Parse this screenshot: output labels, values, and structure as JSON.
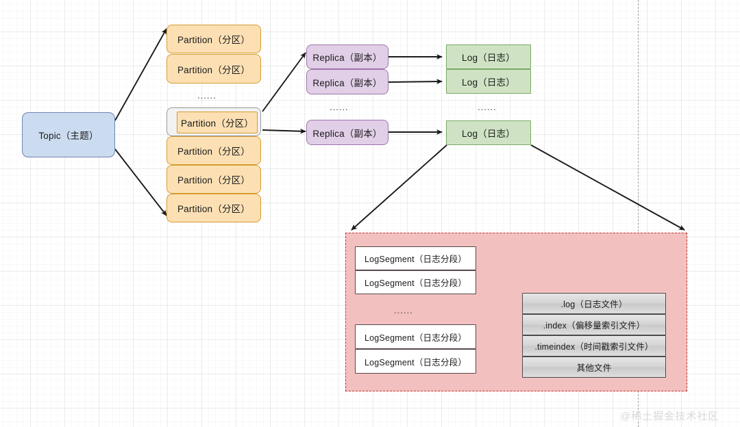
{
  "meta": {
    "diagram_title": "Kafka Topic / Partition / Replica / Log structure",
    "watermark": "@稀土掘金技术社区"
  },
  "colors": {
    "topic_fill": "#ccdcf0",
    "topic_border": "#6b84b2",
    "partition_fill": "#fce0b4",
    "partition_border": "#d79b2e",
    "replica_fill": "#e1cfe7",
    "replica_border": "#9c75ab",
    "log_fill": "#cfe3c4",
    "log_border": "#7aa866",
    "logsegment_fill": "#ffffff",
    "logsegment_border": "#56474a",
    "panel_fill": "#f3c0c0",
    "panel_border": "#c0392b",
    "file_fill": "#d4d4d4",
    "file_border": "#4a4a4a",
    "grid_line": "#e6e6e6",
    "pagebreak_line": "#9a9a9a",
    "watermark_color": "#d9d9d9"
  },
  "topic": {
    "label": "Topic（主题）"
  },
  "partitions": {
    "group_top": [
      {
        "label": "Partition（分区）"
      },
      {
        "label": "Partition（分区）"
      }
    ],
    "ellipsis": "......",
    "group_bottom": [
      {
        "label": "Partition（分区）",
        "highlighted": true
      },
      {
        "label": "Partition（分区）",
        "highlighted": false
      },
      {
        "label": "Partition（分区）",
        "highlighted": false
      },
      {
        "label": "Partition（分区）",
        "highlighted": false
      }
    ]
  },
  "replicas": {
    "group_top": [
      {
        "label": "Replica（副本）"
      },
      {
        "label": "Replica（副本）"
      }
    ],
    "ellipsis": "......",
    "group_bottom": [
      {
        "label": "Replica（副本）"
      }
    ]
  },
  "logs": {
    "group_top": [
      {
        "label": "Log（日志）"
      },
      {
        "label": "Log（日志）"
      }
    ],
    "ellipsis": "......",
    "group_bottom": [
      {
        "label": "Log（日志）"
      }
    ]
  },
  "log_detail_panel": {
    "segments_top": [
      {
        "label": "LogSegment（日志分段）"
      },
      {
        "label": "LogSegment（日志分段）"
      }
    ],
    "ellipsis": "......",
    "segments_bottom": [
      {
        "label": "LogSegment（日志分段）"
      },
      {
        "label": "LogSegment（日志分段）"
      }
    ],
    "files": [
      {
        "label": ".log（日志文件）"
      },
      {
        "label": ".index（偏移量索引文件）"
      },
      {
        "label": ".timeindex（时间戳索引文件）"
      },
      {
        "label": "其他文件"
      }
    ]
  }
}
